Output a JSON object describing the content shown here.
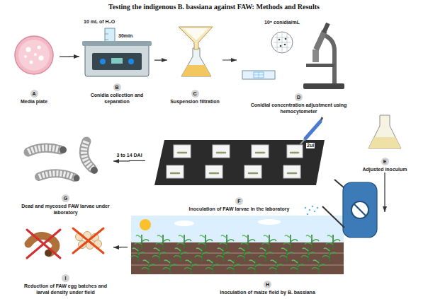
{
  "diagram": {
    "title": "Testing the indigenous B. bassiana against FAW: Methods and Results",
    "nodes": [
      {
        "text": [
          "A",
          "Media plate"
        ]
      },
      {
        "text": [
          "B",
          "Conidia collection and separation"
        ]
      },
      {
        "text": [
          "C",
          "Suspension filtration"
        ]
      },
      {
        "text": [
          "D",
          "Conidial concentration adjustment using hemocytometer"
        ]
      },
      {
        "text": [
          "E",
          "Adjusted inoculum"
        ]
      },
      {
        "text": [
          "F",
          "Inoculation of FAW larvae in the laboratory"
        ]
      },
      {
        "text": [
          "G",
          "Dead and mycosed FAW larvae under laboratory"
        ]
      },
      {
        "text": [
          "H",
          "Inoculation of maize field by B. bassiana"
        ]
      },
      {
        "text": [
          "I",
          "Reduction of FAW egg batches and larval density under field"
        ]
      }
    ],
    "edges": [
      {
        "from": 0,
        "to": 1,
        "arrow": "to"
      },
      {
        "from": 1,
        "to": 2,
        "arrow": "to"
      },
      {
        "from": 2,
        "to": 3,
        "arrow": "to"
      },
      {
        "from": 5,
        "to": 6,
        "label": "3 to 14 DAI",
        "arrow": "to"
      },
      {
        "from": 4,
        "to": 7,
        "arrow": "to"
      },
      {
        "from": 7,
        "to": 8,
        "arrow": "to"
      }
    ],
    "labels": [
      "10 mL of H₂O",
      "30min",
      "10⁸ conidia/mL",
      "2ul"
    ]
  }
}
